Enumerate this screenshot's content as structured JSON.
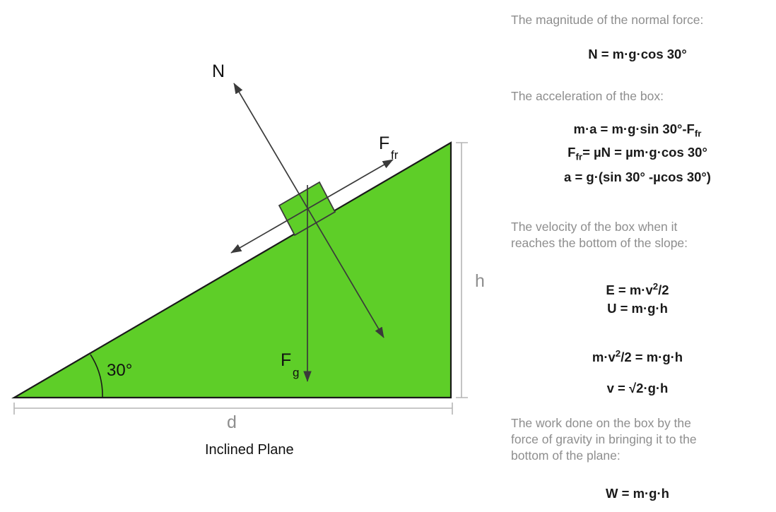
{
  "diagram": {
    "caption": "Inclined Plane",
    "angle_label": "30°",
    "height_label": "h",
    "base_label": "d",
    "normal_force_label": "N",
    "friction_force_label_main": "F",
    "friction_force_label_sub": "fr",
    "gravity_force_label_main": "F",
    "gravity_force_label_sub": "g",
    "colors": {
      "plane_fill": "#5ECE28",
      "plane_stroke": "#1a1a1a",
      "box_fill": "#5ECE28",
      "box_stroke": "#3a3a3a",
      "arrow": "#3a3a3a",
      "dimension_line": "#b5b5b5",
      "prose_text": "#8e8e8e",
      "formula_text": "#1a1a1a",
      "background": "#ffffff"
    }
  },
  "notes": [
    {
      "id": "normal-force",
      "prose": "The magnitude of the normal force:",
      "formulas": [
        {
          "parts": [
            {
              "t": "N = m·g·cos 30°"
            }
          ]
        }
      ]
    },
    {
      "id": "acceleration",
      "prose": "The acceleration of the box:",
      "formulas": [
        {
          "parts": [
            {
              "t": "m·a = m·g·sin 30°-F"
            },
            {
              "t": "fr",
              "sub": true
            }
          ]
        },
        {
          "parts": [
            {
              "t": "F"
            },
            {
              "t": "fr",
              "sub": true
            },
            {
              "t": "= µN = µm·g·cos 30°"
            }
          ]
        },
        {
          "parts": [
            {
              "t": "a = g·(sin 30° -µcos 30°)"
            }
          ]
        }
      ]
    },
    {
      "id": "velocity",
      "prose": "The velocity of the box when it reaches the bottom of the slope:",
      "formulas": [
        {
          "parts": [
            {
              "t": "E = m·v"
            },
            {
              "t": "2",
              "sup": true
            },
            {
              "t": "/2"
            }
          ]
        },
        {
          "parts": [
            {
              "t": "U = m·g·h"
            }
          ]
        },
        {
          "parts": [
            {
              "t": "m·v"
            },
            {
              "t": "2",
              "sup": true
            },
            {
              "t": "/2 = m·g·h"
            }
          ]
        },
        {
          "parts": [
            {
              "t": "v = √2·g·h"
            }
          ]
        }
      ]
    },
    {
      "id": "work",
      "prose": "The work done on the box by the force of gravity in bringing it to the bottom of the plane:",
      "formulas": [
        {
          "parts": [
            {
              "t": "W = m·g·h"
            }
          ]
        }
      ]
    }
  ],
  "text_panel": {
    "line_1_prose": "The magnitude of the normal force:",
    "line_1_formula": "N = m·g·cos 30°",
    "line_2_prose": "The acceleration of the box:",
    "line_3_prose_a": "The velocity of the box when it",
    "line_3_prose_b": "reaches the bottom of the slope:",
    "line_4_prose_a": "The work done on the box by the",
    "line_4_prose_b": "force of gravity in bringing it to the",
    "line_4_prose_c": "bottom of the plane:",
    "f_acc_1_a": "m·a = m·g·sin 30°-F",
    "f_acc_1_b": "fr",
    "f_acc_2_a": "F",
    "f_acc_2_b": "fr",
    "f_acc_2_c": "= µN = µm·g·cos 30°",
    "f_acc_3": "a = g·(sin 30° -µcos 30°)",
    "f_vel_1_a": "E = m·v",
    "f_vel_1_b": "2",
    "f_vel_1_c": "/2",
    "f_vel_2": "U = m·g·h",
    "f_vel_3_a": "m·v",
    "f_vel_3_b": "2",
    "f_vel_3_c": "/2 = m·g·h",
    "f_vel_4": "v = √2·g·h",
    "f_work": "W = m·g·h"
  }
}
